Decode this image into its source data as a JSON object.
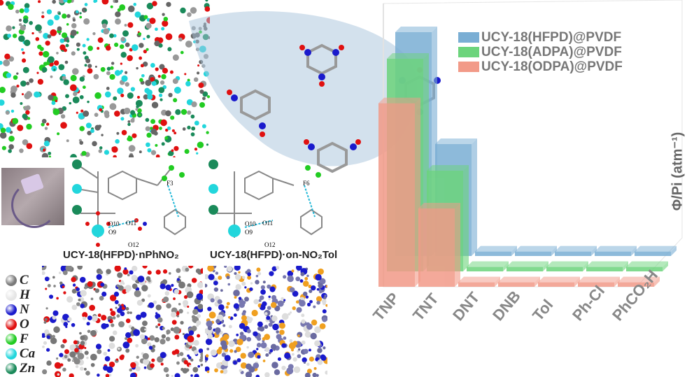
{
  "structure_labels": {
    "left": "UCY-18(HFPD)·nPhNO₂",
    "right": "UCY-18(HFPD)·on-NO₂Tol",
    "left_atoms": [
      "O10",
      "O11",
      "O9",
      "O12",
      "F3"
    ],
    "right_atoms": [
      "O10",
      "O11",
      "O9",
      "O12",
      "F6"
    ]
  },
  "element_legend": [
    {
      "symbol": "C",
      "color": "#7a7a7a"
    },
    {
      "symbol": "H",
      "color": "#e6e6e6"
    },
    {
      "symbol": "N",
      "color": "#1a1acc"
    },
    {
      "symbol": "O",
      "color": "#e01010"
    },
    {
      "symbol": "F",
      "color": "#22cc22"
    },
    {
      "symbol": "Ca",
      "color": "#22d6dc"
    },
    {
      "symbol": "Zn",
      "color": "#1a8a5a"
    }
  ],
  "chart_data": {
    "type": "bar",
    "title": "",
    "ylabel": "Φ/Pi (atm⁻¹)",
    "xlabel": "",
    "categories": [
      "TNP",
      "TNT",
      "DNT",
      "DNB",
      "Tol",
      "Ph-Cl",
      "PhCO₂H"
    ],
    "series": [
      {
        "name": "UCY-18(HFPD)@PVDF",
        "color": "#7aaed4",
        "values": [
          1.0,
          0.5,
          0.02,
          0.02,
          0.02,
          0.02,
          0.02
        ]
      },
      {
        "name": "UCY-18(ADPA)@PVDF",
        "color": "#6cd47c",
        "values": [
          0.95,
          0.45,
          0.02,
          0.02,
          0.02,
          0.02,
          0.02
        ]
      },
      {
        "name": "UCY-18(ODPA)@PVDF",
        "color": "#f29a88",
        "values": [
          0.82,
          0.35,
          0.02,
          0.02,
          0.02,
          0.02,
          0.02
        ]
      }
    ],
    "legend_position": "top-right",
    "grid": false
  }
}
